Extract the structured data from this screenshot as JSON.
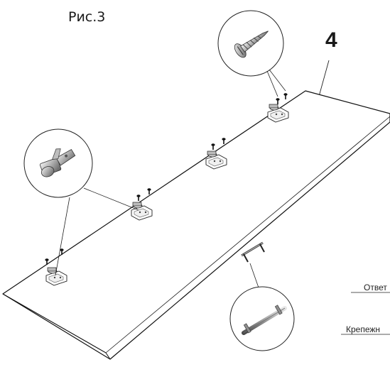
{
  "figure": {
    "title": "Рис.3",
    "part_number": "4"
  },
  "side_labels": [
    {
      "text": "Ответ"
    },
    {
      "text": "Крепежн"
    }
  ],
  "callouts": [
    {
      "icon": "screw-icon"
    },
    {
      "icon": "hinge-icon"
    },
    {
      "icon": "handle-icon"
    }
  ],
  "hinge_count": 4
}
